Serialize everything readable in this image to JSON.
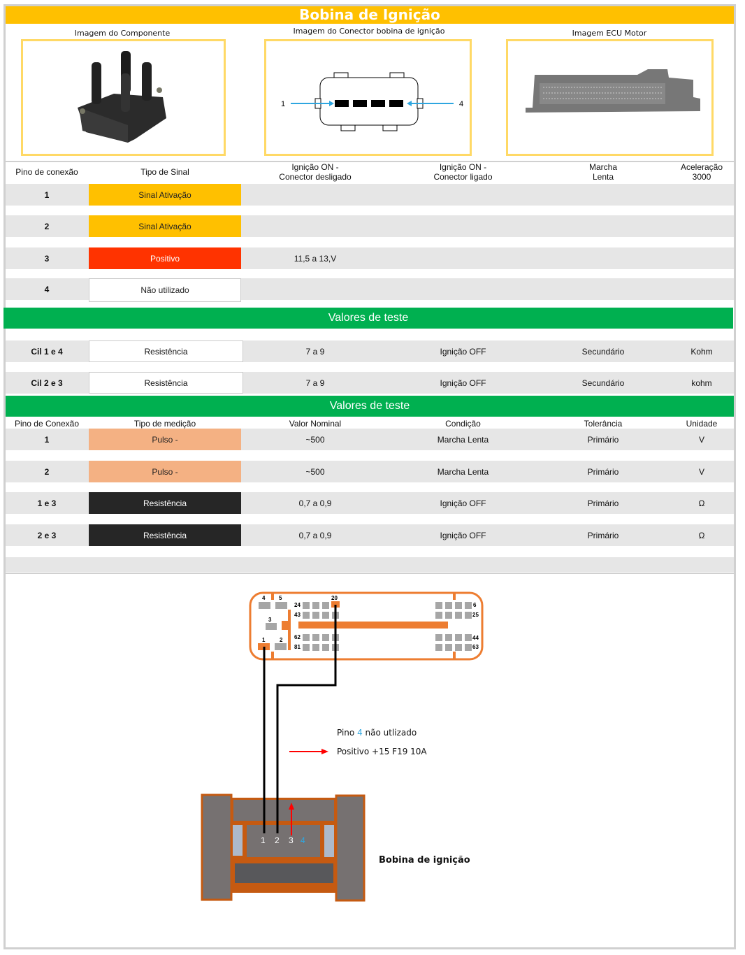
{
  "title": "Bobina de Ignição",
  "images": {
    "component": "Imagem do Componente",
    "connector": "Imagem do Conector bobina de ignição",
    "ecu": "Imagem ECU Motor",
    "connector_pin_left": "1",
    "connector_pin_right": "4"
  },
  "signal_table": {
    "headers": [
      "Pino de conexão",
      "Tipo de Sinal",
      "Ignição ON -\nConector desligado",
      "Ignição ON -\nConector ligado",
      "Marcha\nLenta",
      "Aceleração\n3000"
    ],
    "rows": [
      {
        "pin": "1",
        "type": "Sinal Ativação",
        "color": "#FFC000",
        "text": "#222",
        "v1": ""
      },
      {
        "pin": "2",
        "type": "Sinal Ativação",
        "color": "#FFC000",
        "text": "#222",
        "v1": ""
      },
      {
        "pin": "3",
        "type": "Positivo",
        "color": "#FF3300",
        "text": "#fff",
        "v1": "11,5 a 13,V"
      },
      {
        "pin": "4",
        "type": "Não utilizado",
        "color": "#ffffff",
        "text": "#222",
        "v1": ""
      }
    ]
  },
  "test1": {
    "title": "Valores de teste",
    "rows": [
      [
        "Cil 1 e 4",
        "Resistência",
        "7 a 9",
        "Ignição OFF",
        "Secundário",
        "Kohm"
      ],
      [
        "Cil 2 e 3",
        "Resistência",
        "7 a 9",
        "Ignição OFF",
        "Secundário",
        "kohm"
      ]
    ]
  },
  "test2": {
    "title": "Valores de teste",
    "headers": [
      "Pino de Conexão",
      "Tipo de medição",
      "Valor Nominal",
      "Condição",
      "Tolerância",
      "Unidade"
    ],
    "rows": [
      {
        "cells": [
          "1",
          "Pulso -",
          "~500",
          "Marcha Lenta",
          "Primário",
          "V"
        ],
        "color": "#F4B183",
        "text": "#222"
      },
      {
        "cells": [
          "2",
          "Pulso -",
          "~500",
          "Marcha Lenta",
          "Primário",
          "V"
        ],
        "color": "#F4B183",
        "text": "#222"
      },
      {
        "cells": [
          "1 e 3",
          "Resistência",
          "0,7 a 0,9",
          "Ignição OFF",
          "Primário",
          "Ω"
        ],
        "color": "#262626",
        "text": "#fff"
      },
      {
        "cells": [
          "2 e 3",
          "Resistência",
          "0,7 a 0,9",
          "Ignição OFF",
          "Primário",
          "Ω"
        ],
        "color": "#262626",
        "text": "#fff"
      }
    ]
  },
  "diagram": {
    "ecu_pins": [
      "4",
      "5",
      "3",
      "1",
      "2",
      "24",
      "43",
      "62",
      "81",
      "20",
      "6",
      "25",
      "44",
      "63"
    ],
    "note_prefix": "Pino ",
    "note_pin": "4",
    "note_suffix": " não utlizado",
    "positive_label": "Positivo +15 F19 10A",
    "coil_pins": [
      "1",
      "2",
      "3",
      "4"
    ],
    "coil_label": "Bobina de ignição",
    "colors": {
      "orange": "#ED7D31",
      "coil_frame": "#C55A11",
      "pin4": "#2EA6E0",
      "arrow": "#FF0000"
    }
  }
}
